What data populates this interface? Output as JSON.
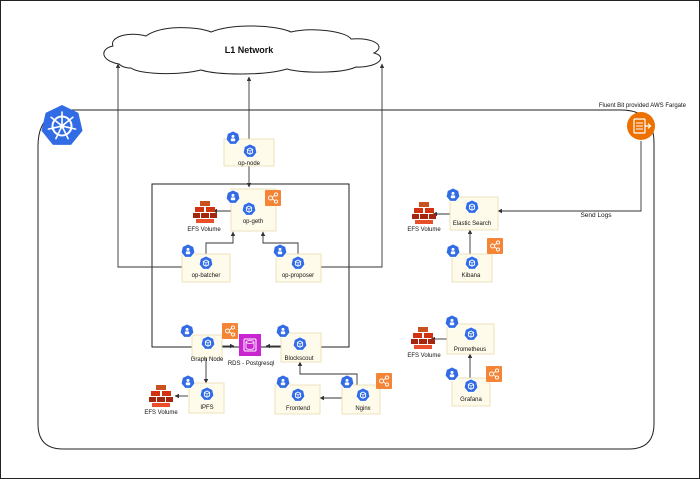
{
  "cloud": {
    "label": "L1 Network"
  },
  "fargate": {
    "label": "Fluent Bit provided AWS Fargate"
  },
  "edges": {
    "send_logs": "Send Logs"
  },
  "services": {
    "op_node": "op-node",
    "op_geth": "op-geth",
    "op_batcher": "op-batcher",
    "op_proposer": "op-proposer",
    "graph_node": "Graph Node",
    "blockscout": "Blockscout",
    "ipfs": "IPFS",
    "frontend": "Frontend",
    "nginx": "Nginx",
    "elastic_search": "Elastic Search",
    "kibana": "Kibana",
    "prometheus": "Prometheus",
    "grafana": "Grafana"
  },
  "storage": {
    "efs_geth": "EFS Volume",
    "efs_ipfs": "EFS Volume",
    "efs_elastic": "EFS Volume",
    "efs_prometheus": "EFS Volume",
    "rds": "RDS - Postgresql"
  },
  "colors": {
    "k8s_blue": "#326CE5",
    "node_fill": "#FFFBEA",
    "node_stroke": "#E8DCB0",
    "hpa_orange": "#F58536",
    "efs_red": "#D13212",
    "rds_purple": "#C925D1",
    "line": "#333333"
  },
  "icons": {
    "k8s": "kubernetes-helm-icon",
    "pod": "pod-icon",
    "hpa": "autoscaling-icon",
    "efs": "efs-volume-icon",
    "rds": "rds-database-icon",
    "fluent": "fluent-bit-icon"
  }
}
